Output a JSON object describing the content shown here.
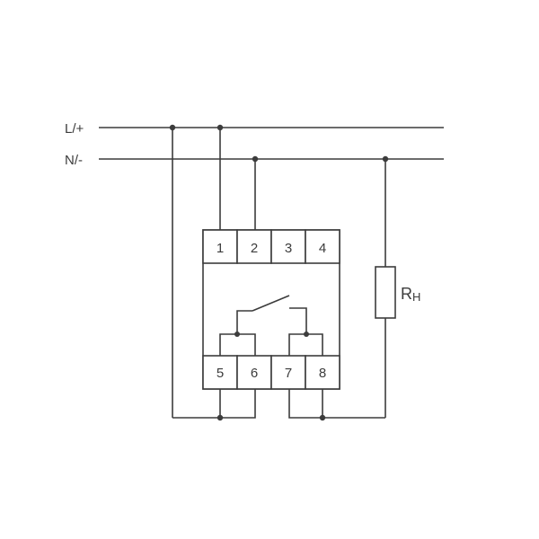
{
  "colors": {
    "line": "#3c3c3c",
    "background": "#ffffff"
  },
  "supply": {
    "live_label": "L/+",
    "neutral_label": "N/-"
  },
  "terminals": {
    "top": [
      "1",
      "2",
      "3",
      "4"
    ],
    "bottom": [
      "5",
      "6",
      "7",
      "8"
    ]
  },
  "load": {
    "symbol_main": "R",
    "symbol_sub": "H"
  }
}
